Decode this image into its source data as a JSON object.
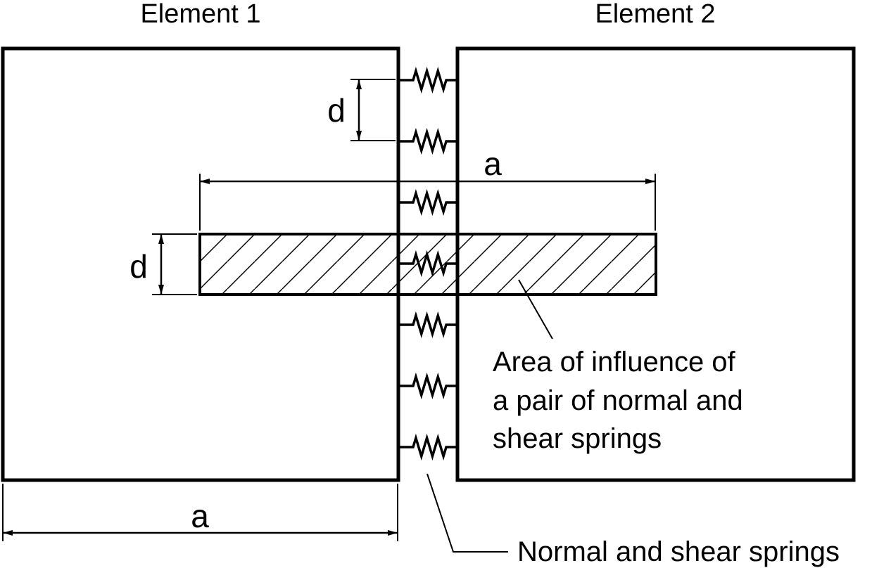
{
  "title": "Interface springs between two elements",
  "elements": [
    {
      "label": "Element 1"
    },
    {
      "label": "Element 2"
    }
  ],
  "dimensions": {
    "spring_spacing_label": "d",
    "influence_height_label": "d",
    "influence_width_label": "a",
    "element_width_label": "a"
  },
  "springs": {
    "count": 7,
    "influence_highlight_index": 3
  },
  "annotations": {
    "influence_area": [
      "Area of influence of",
      "a pair of normal and",
      "shear springs"
    ],
    "springs": "Normal and shear springs"
  },
  "colors": {
    "stroke": "#000000",
    "background": "#ffffff"
  }
}
